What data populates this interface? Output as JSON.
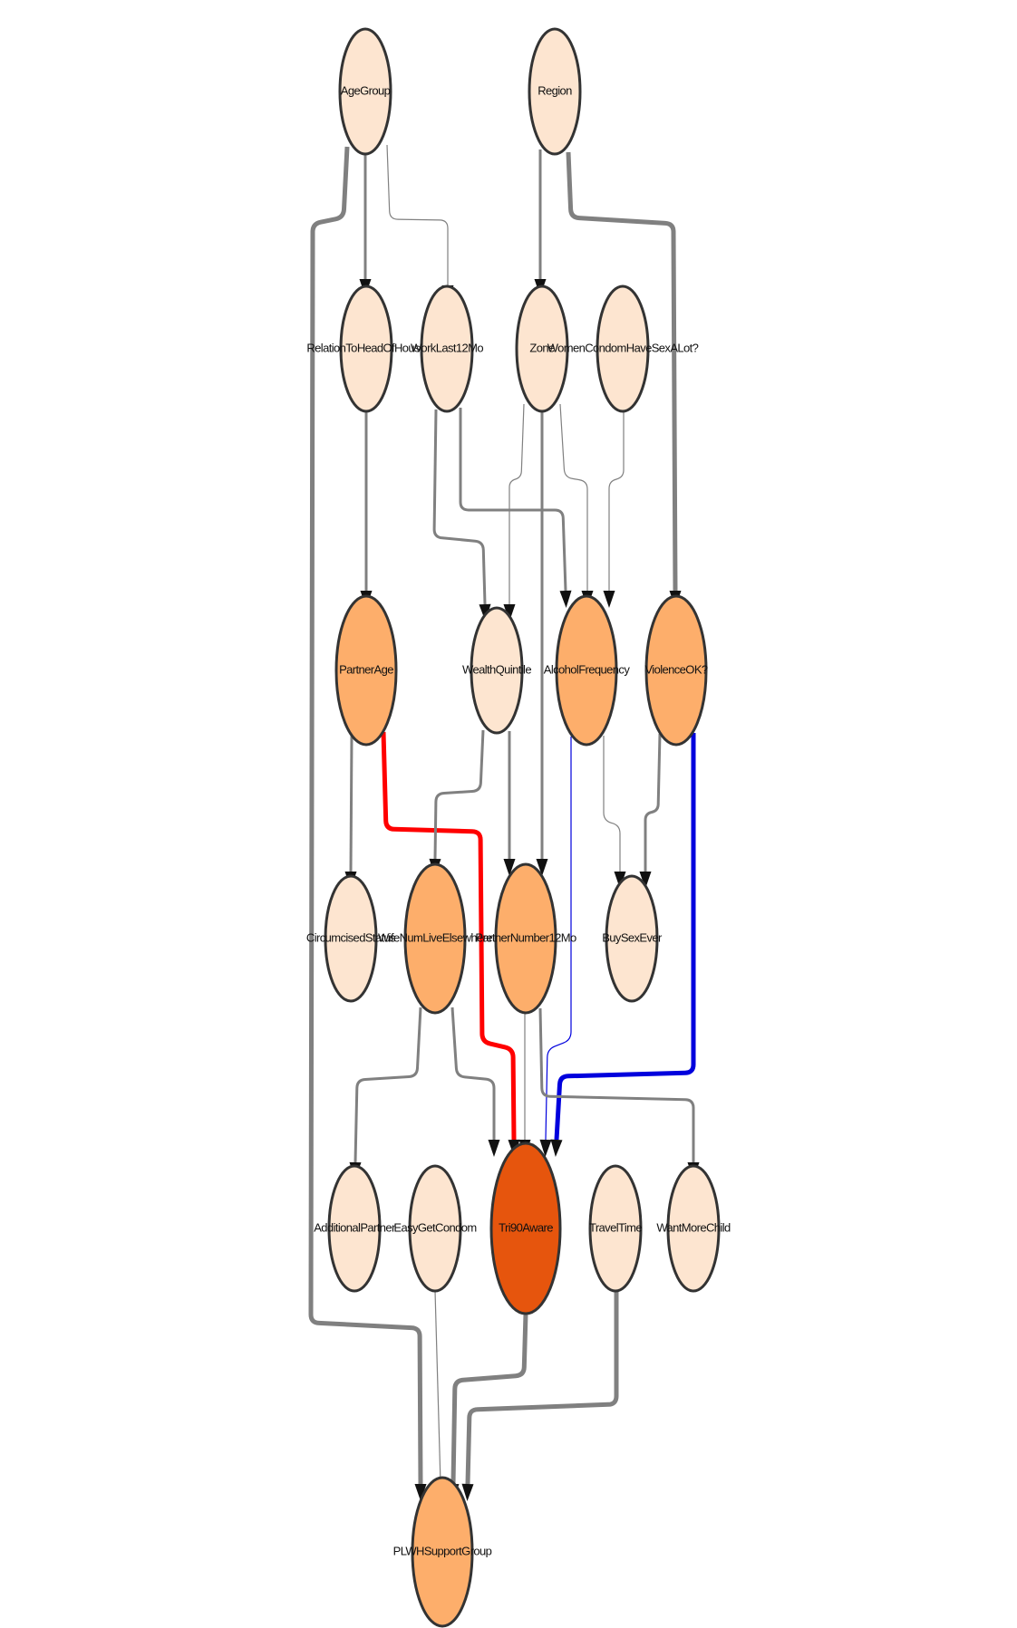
{
  "colors": {
    "level0": "#fde5d0",
    "level1": "#fdae6b",
    "level2": "#e6550d",
    "edge_default": "#808080",
    "edge_red": "#ff0000",
    "edge_blue": "#0000dd",
    "arrow": "#111111"
  },
  "nodes": [
    {
      "id": "AgeGroup",
      "label": "AgeGroup",
      "level": 0
    },
    {
      "id": "Region",
      "label": "Region",
      "level": 0
    },
    {
      "id": "RelationToHeadOfHouse",
      "label": "RelationToHeadOfHouse",
      "level": 0
    },
    {
      "id": "WorkLast12Mo",
      "label": "WorkLast12Mo",
      "level": 0
    },
    {
      "id": "Zone",
      "label": "Zone",
      "level": 0
    },
    {
      "id": "WomenCondomHaveSexALot?",
      "label": "WomenCondomHaveSexALot?",
      "level": 0
    },
    {
      "id": "PartnerAge",
      "label": "PartnerAge",
      "level": 1
    },
    {
      "id": "WealthQuintile",
      "label": "WealthQuintile",
      "level": 0
    },
    {
      "id": "AlcoholFrequency",
      "label": "AlcoholFrequency",
      "level": 1
    },
    {
      "id": "ViolenceOK?",
      "label": "ViolenceOK?",
      "level": 1
    },
    {
      "id": "CircumcisedStatus",
      "label": "CircumcisedStatus",
      "level": 0
    },
    {
      "id": "WifeNumLiveElsewhere",
      "label": "WifeNumLiveElsewhere",
      "level": 1
    },
    {
      "id": "PartnerNumber12Mo",
      "label": "PartnerNumber12Mo",
      "level": 1
    },
    {
      "id": "BuySexEver",
      "label": "BuySexEver",
      "level": 0
    },
    {
      "id": "AdditionalPartner",
      "label": "AdditionalPartner",
      "level": 0
    },
    {
      "id": "EasyGetCondom",
      "label": "EasyGetCondom",
      "level": 0
    },
    {
      "id": "Tri90Aware",
      "label": "Tri90Aware",
      "level": 2
    },
    {
      "id": "TravelTime",
      "label": "TravelTime",
      "level": 0
    },
    {
      "id": "WantMoreChild",
      "label": "WantMoreChild",
      "level": 0
    },
    {
      "id": "PLWHSupportGroup",
      "label": "PLWHSupportGroup",
      "level": 1
    }
  ],
  "edges": [
    {
      "from": "AgeGroup",
      "to": "RelationToHeadOfHouse",
      "color": "default",
      "weight": "medium"
    },
    {
      "from": "AgeGroup",
      "to": "WorkLast12Mo",
      "color": "default",
      "weight": "thin"
    },
    {
      "from": "AgeGroup",
      "to": "PLWHSupportGroup",
      "color": "default",
      "weight": "thick"
    },
    {
      "from": "Region",
      "to": "Zone",
      "color": "default",
      "weight": "medium"
    },
    {
      "from": "Region",
      "to": "ViolenceOK?",
      "color": "default",
      "weight": "thick"
    },
    {
      "from": "RelationToHeadOfHouse",
      "to": "PartnerAge",
      "color": "default",
      "weight": "medium"
    },
    {
      "from": "WorkLast12Mo",
      "to": "WealthQuintile",
      "color": "default",
      "weight": "medium"
    },
    {
      "from": "WorkLast12Mo",
      "to": "AlcoholFrequency",
      "color": "default",
      "weight": "medium"
    },
    {
      "from": "Zone",
      "to": "WealthQuintile",
      "color": "default",
      "weight": "thin"
    },
    {
      "from": "Zone",
      "to": "AlcoholFrequency",
      "color": "default",
      "weight": "thin"
    },
    {
      "from": "Zone",
      "to": "PartnerNumber12Mo",
      "color": "default",
      "weight": "medium"
    },
    {
      "from": "WomenCondomHaveSexALot?",
      "to": "AlcoholFrequency",
      "color": "default",
      "weight": "thin"
    },
    {
      "from": "PartnerAge",
      "to": "CircumcisedStatus",
      "color": "default",
      "weight": "medium"
    },
    {
      "from": "PartnerAge",
      "to": "Tri90Aware",
      "color": "red",
      "weight": "thick"
    },
    {
      "from": "WealthQuintile",
      "to": "WifeNumLiveElsewhere",
      "color": "default",
      "weight": "medium"
    },
    {
      "from": "WealthQuintile",
      "to": "PartnerNumber12Mo",
      "color": "default",
      "weight": "medium"
    },
    {
      "from": "AlcoholFrequency",
      "to": "BuySexEver",
      "color": "default",
      "weight": "thin"
    },
    {
      "from": "AlcoholFrequency",
      "to": "Tri90Aware",
      "color": "blue",
      "weight": "thin"
    },
    {
      "from": "ViolenceOK?",
      "to": "BuySexEver",
      "color": "default",
      "weight": "medium"
    },
    {
      "from": "ViolenceOK?",
      "to": "Tri90Aware",
      "color": "blue",
      "weight": "thick"
    },
    {
      "from": "WifeNumLiveElsewhere",
      "to": "AdditionalPartner",
      "color": "default",
      "weight": "medium"
    },
    {
      "from": "WifeNumLiveElsewhere",
      "to": "Tri90Aware",
      "color": "default",
      "weight": "medium"
    },
    {
      "from": "PartnerNumber12Mo",
      "to": "Tri90Aware",
      "color": "default",
      "weight": "thin"
    },
    {
      "from": "PartnerNumber12Mo",
      "to": "WantMoreChild",
      "color": "default",
      "weight": "medium"
    },
    {
      "from": "EasyGetCondom",
      "to": "PLWHSupportGroup",
      "color": "default",
      "weight": "thin"
    },
    {
      "from": "Tri90Aware",
      "to": "PLWHSupportGroup",
      "color": "default",
      "weight": "thick"
    },
    {
      "from": "TravelTime",
      "to": "PLWHSupportGroup",
      "color": "default",
      "weight": "thick"
    }
  ]
}
